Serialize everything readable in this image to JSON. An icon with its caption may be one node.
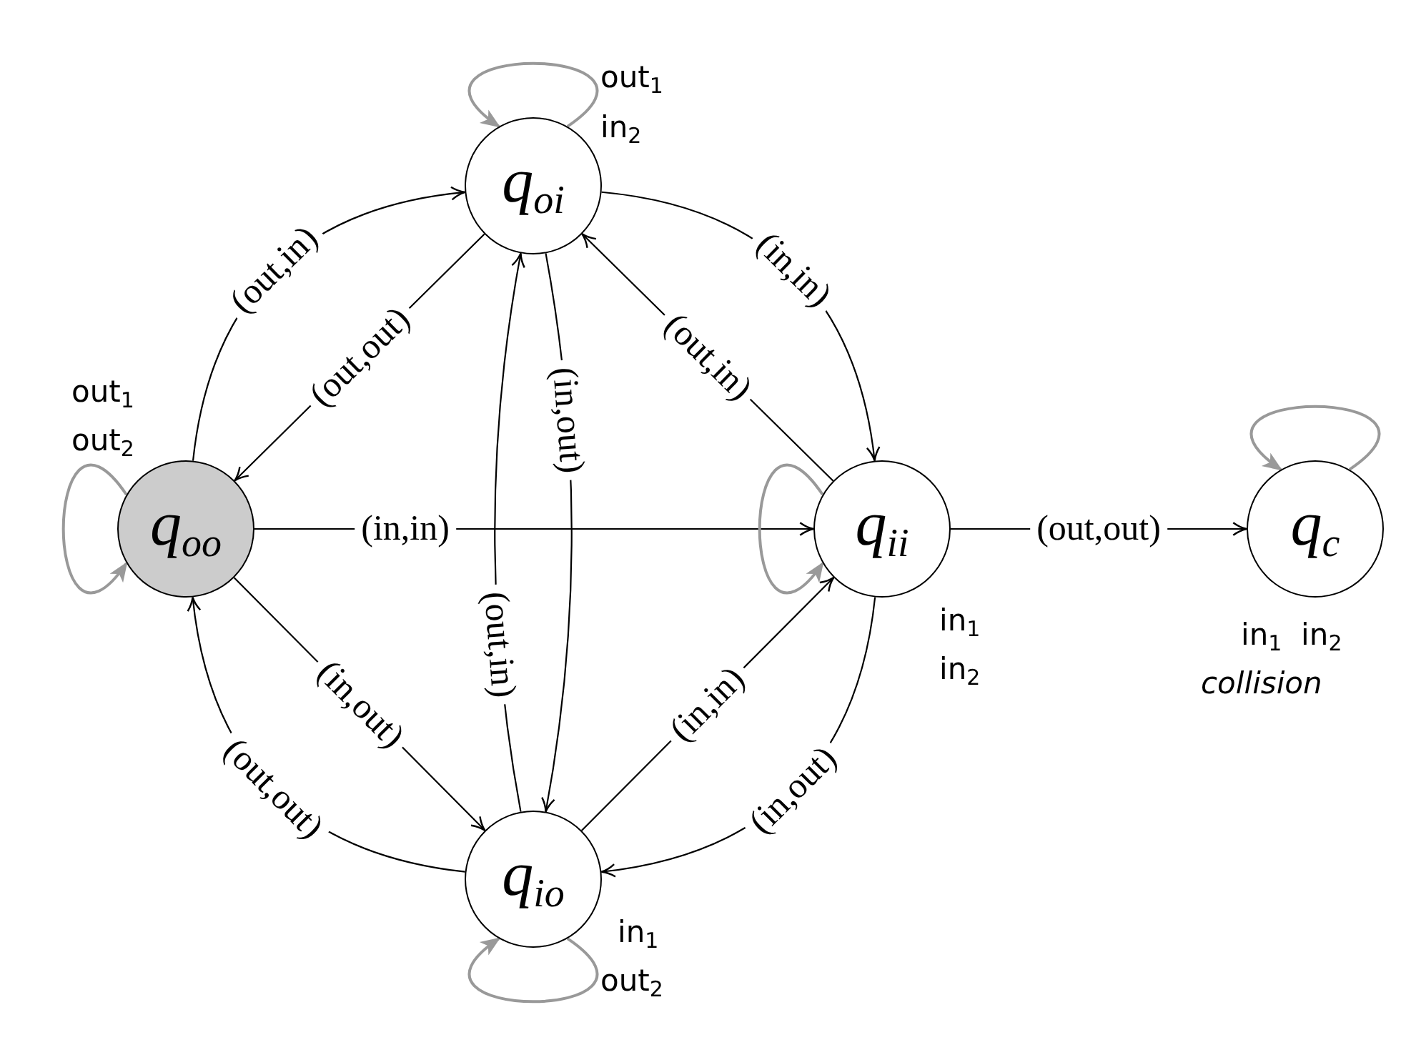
{
  "diagram": {
    "nodes": [
      {
        "text": [
          "q$_{oi}$"
        ],
        "beside": [
          "out$_{1}$",
          "in$_{2}$"
        ]
      },
      {
        "text": [
          "q$_{oo}$"
        ],
        "beside": [
          "out$_{1}$",
          "out$_{2}$"
        ]
      },
      {
        "text": [
          "q$_{ii}$"
        ],
        "beside": [
          "in$_{1}$",
          "in$_{2}$"
        ]
      },
      {
        "text": [
          "q$_{io}$"
        ],
        "beside": [
          "in$_{1}$",
          "out$_{2}$"
        ]
      },
      {
        "text": [
          "q$_{c}$"
        ],
        "beside": [
          "in$_{1}$  in$_{2}$",
          "*collision*"
        ]
      }
    ],
    "edges": [
      {
        "from": 1,
        "to": 0,
        "arrow": "to",
        "label": "(out,in)"
      },
      {
        "from": 0,
        "to": 1,
        "arrow": "to",
        "label": "(out,out)"
      },
      {
        "from": 0,
        "to": 2,
        "arrow": "to",
        "label": "(in,in)"
      },
      {
        "from": 2,
        "to": 0,
        "arrow": "to",
        "label": "(out,in)"
      },
      {
        "from": 1,
        "to": 2,
        "arrow": "to",
        "label": "(in,in)"
      },
      {
        "from": 0,
        "to": 3,
        "arrow": "to",
        "label": "(in,out)"
      },
      {
        "from": 3,
        "to": 0,
        "arrow": "to",
        "label": "(out,in)"
      },
      {
        "from": 1,
        "to": 3,
        "arrow": "to",
        "label": "(in,out)"
      },
      {
        "from": 3,
        "to": 1,
        "arrow": "to",
        "label": "(out,out)"
      },
      {
        "from": 3,
        "to": 2,
        "arrow": "to",
        "label": "(in,in)"
      },
      {
        "from": 2,
        "to": 3,
        "arrow": "to",
        "label": "(in,out)"
      },
      {
        "from": 2,
        "to": 4,
        "arrow": "to",
        "label": "(out,out)"
      },
      {
        "from": 0,
        "to": 0,
        "arrow": "to",
        "color": "#999999"
      },
      {
        "from": 1,
        "to": 1,
        "arrow": "to",
        "color": "#999999"
      },
      {
        "from": 2,
        "to": 2,
        "arrow": "to",
        "color": "#999999"
      },
      {
        "from": 3,
        "to": 3,
        "arrow": "to",
        "color": "#999999"
      },
      {
        "from": 4,
        "to": 4,
        "arrow": "to",
        "color": "#999999"
      }
    ]
  }
}
